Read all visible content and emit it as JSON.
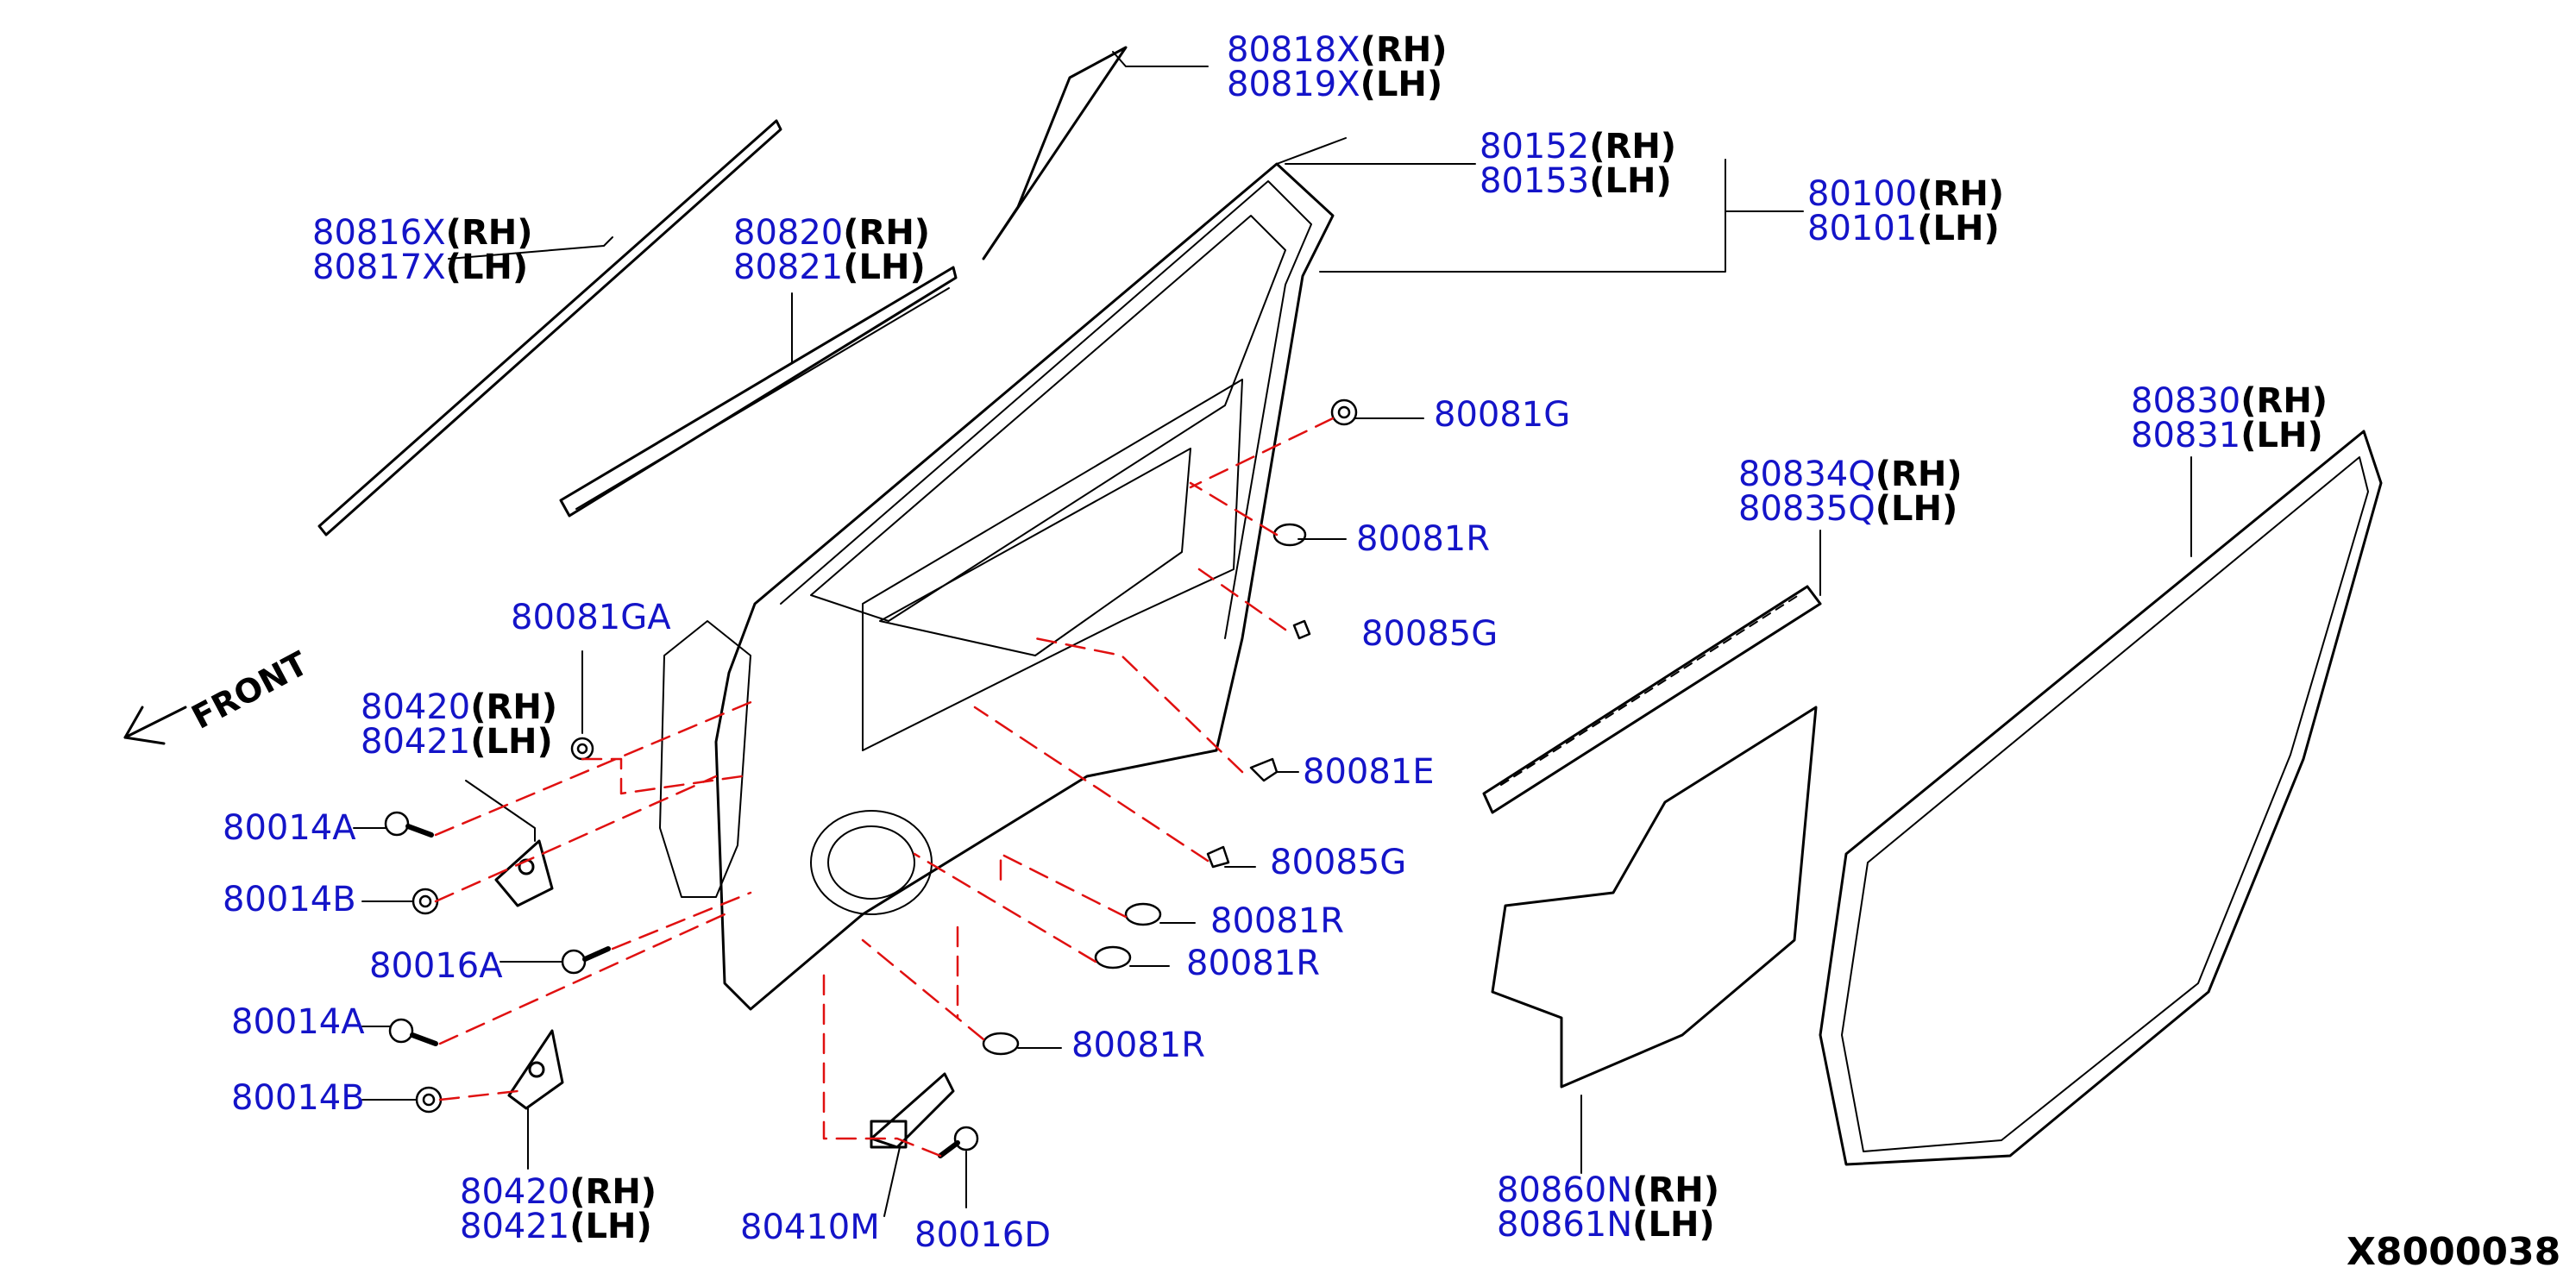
{
  "side_labels": {
    "rh": "(RH)",
    "lh": "(LH)"
  },
  "callouts": {
    "drip_molding": {
      "rh": "80818X",
      "lh": "80819X"
    },
    "outer_molding": {
      "rh": "80816X",
      "lh": "80817X"
    },
    "weatherstrip_outer": {
      "rh": "80820",
      "lh": "80821"
    },
    "sash": {
      "rh": "80152",
      "lh": "80153"
    },
    "door_panel": {
      "rh": "80100",
      "lh": "80101"
    },
    "hinge_upper": {
      "rh": "80420",
      "lh": "80421"
    },
    "hinge_lower": {
      "rh": "80420",
      "lh": "80421"
    },
    "door_seal": {
      "rh": "80830",
      "lh": "80831"
    },
    "inner_seal": {
      "rh": "80834Q",
      "lh": "80835Q"
    },
    "screen": {
      "rh": "80860N",
      "lh": "80861N"
    }
  },
  "parts": {
    "grommet_top": "80081G",
    "plug_1": "80081R",
    "grommet_a": "80081GA",
    "clip_g_1": "80085G",
    "clip_e": "80081E",
    "clip_g_2": "80085G",
    "plug_2": "80081R",
    "plug_3": "80081R",
    "plug_4": "80081R",
    "bolt_a_upper": "80014A",
    "bolt_b_upper": "80014B",
    "bolt_16a": "80016A",
    "bolt_a_lower": "80014A",
    "bolt_b_lower": "80014B",
    "check_link": "80410M",
    "bolt_16d": "80016D"
  },
  "front_label": "FRONT",
  "diagram_id": "X8000038",
  "colors": {
    "label": "#1414c8",
    "leader": "#000000",
    "dashed": "#e01010",
    "side": "#000000"
  }
}
